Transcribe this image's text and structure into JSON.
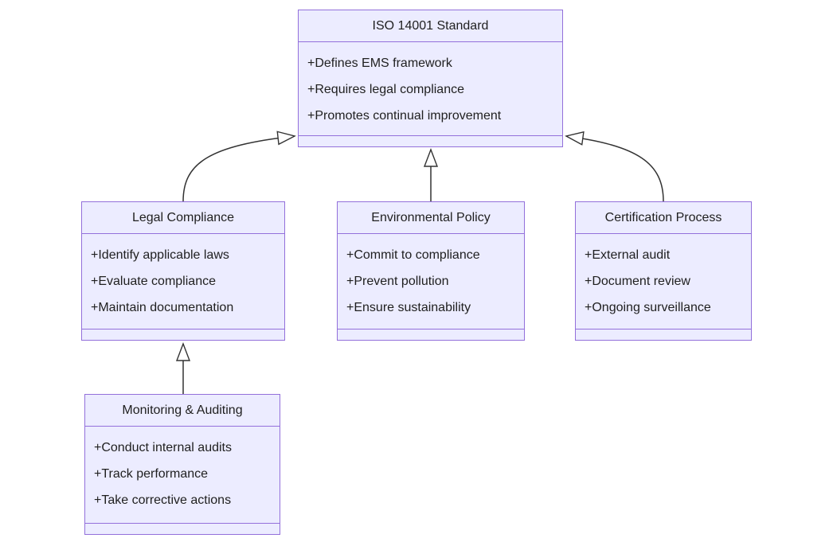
{
  "diagram": {
    "type": "uml-class-diagram",
    "topic": "ISO 14001 Environmental Management",
    "theme": {
      "node_fill": "#ECECFF",
      "node_border": "#9370DB",
      "edge_color": "#333333",
      "text_color": "#1f1f1f",
      "canvas_bg": "#ffffff",
      "arrowhead_style": "hollow-triangle"
    },
    "classes": [
      {
        "id": "iso",
        "title": "ISO 14001 Standard",
        "attributes": [
          "+Defines EMS framework",
          "+Requires legal compliance",
          "+Promotes continual improvement"
        ],
        "methods": []
      },
      {
        "id": "legal",
        "title": "Legal Compliance",
        "attributes": [
          "+Identify applicable laws",
          "+Evaluate compliance",
          "+Maintain documentation"
        ],
        "methods": []
      },
      {
        "id": "env",
        "title": "Environmental Policy",
        "attributes": [
          "+Commit to compliance",
          "+Prevent pollution",
          "+Ensure sustainability"
        ],
        "methods": []
      },
      {
        "id": "cert",
        "title": "Certification Process",
        "attributes": [
          "+External audit",
          "+Document review",
          "+Ongoing surveillance"
        ],
        "methods": []
      },
      {
        "id": "mon",
        "title": "Monitoring & Auditing",
        "attributes": [
          "+Conduct internal audits",
          "+Track performance",
          "+Take corrective actions"
        ],
        "methods": []
      }
    ],
    "edges": [
      {
        "from": "Legal Compliance",
        "to": "ISO 14001 Standard",
        "type": "inheritance"
      },
      {
        "from": "Environmental Policy",
        "to": "ISO 14001 Standard",
        "type": "inheritance"
      },
      {
        "from": "Certification Process",
        "to": "ISO 14001 Standard",
        "type": "inheritance"
      },
      {
        "from": "Monitoring & Auditing",
        "to": "Legal Compliance",
        "type": "inheritance"
      }
    ]
  }
}
